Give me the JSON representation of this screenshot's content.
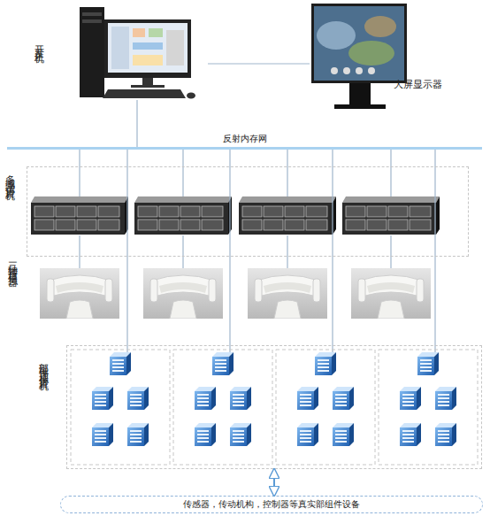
{
  "diagram": {
    "nodes": [
      {
        "text": [
          "开发主机"
        ]
      },
      {
        "text": [
          "大屏显示器"
        ]
      },
      {
        "text": [
          "反射内存网"
        ]
      },
      {
        "text": [
          "多域测试仿真机"
        ]
      },
      {
        "text": [
          "部组件虚拟仿真机"
        ]
      },
      {
        "text": [
          "传感器，传动机构，控制器等真实部组件设备"
        ]
      }
    ],
    "edges": [
      {
        "from": 0,
        "to": 1,
        "arrow": "none"
      },
      {
        "from": 0,
        "to": 2,
        "arrow": "none"
      },
      {
        "from": 2,
        "to": 3,
        "arrow": "none"
      },
      {
        "from": 2,
        "to": 4,
        "arrow": "none"
      },
      {
        "from": 4,
        "to": 5,
        "arrow": "both"
      }
    ],
    "labels": [
      "三轴转台模拟器"
    ]
  }
}
